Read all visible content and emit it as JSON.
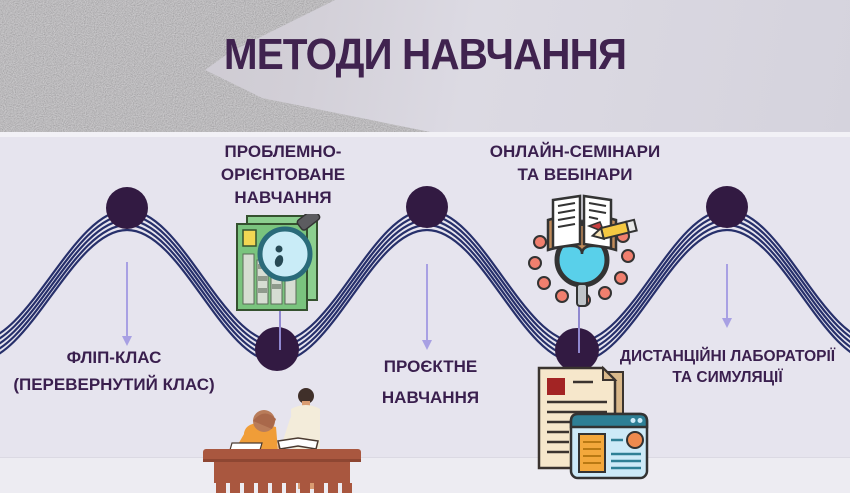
{
  "slide": {
    "title": "МЕТОДИ НАВЧАННЯ"
  },
  "methods": {
    "problem_oriented": "ПРОБЛЕМНО-\nОРІЄНТОВАНЕ\nНАВЧАННЯ",
    "online_seminars": "ОНЛАЙН-СЕМІНАРИ\nТА ВЕБІНАРИ",
    "flip_class": "ФЛІП-КЛАС\n(ПЕРЕВЕРНУТИЙ КЛАС)",
    "project_learning": "ПРОЄКТНЕ\nНАВЧАННЯ",
    "distance_labs": "ДИСТАНЦІЙНІ ЛАБОРАТОРІЇ\nТА СИМУЛЯЦІЇ"
  },
  "icons": {
    "analysis": "chart-magnifier-icon",
    "webinar": "book-research-icon",
    "classroom": "teacher-student-desk-illustration",
    "documents": "document-browser-icon"
  },
  "colors": {
    "title_text": "#40234f",
    "label_text": "#3a1f4e",
    "wave_line": "#27306b",
    "node_circle": "#321a42",
    "arrow": "#a8a0e3",
    "band_background": "#e6e4ee",
    "header_background": "#d2cfd7"
  }
}
